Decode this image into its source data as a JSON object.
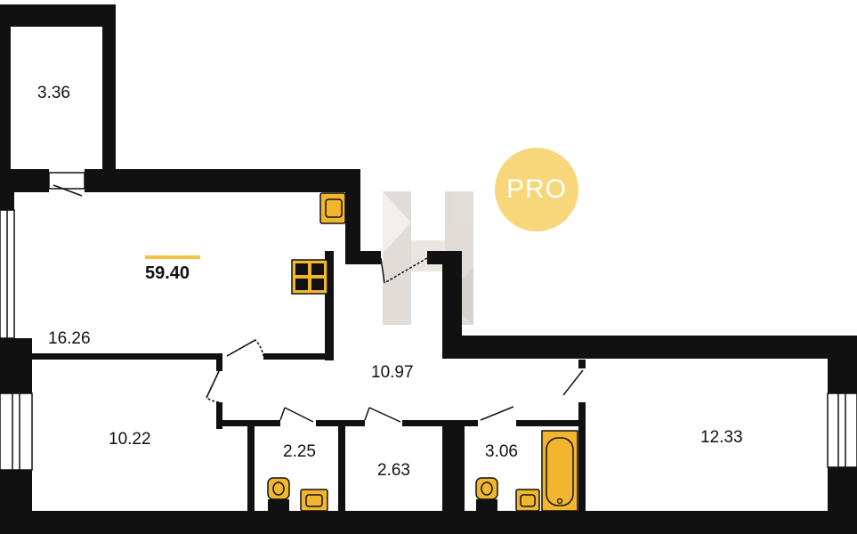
{
  "plan": {
    "total_area": "59.40",
    "rooms": [
      {
        "id": "balcony",
        "area": "3.36"
      },
      {
        "id": "kitchen",
        "area": "16.26"
      },
      {
        "id": "bedroom-left",
        "area": "10.22"
      },
      {
        "id": "hallway",
        "area": "10.97"
      },
      {
        "id": "wc",
        "area": "2.25"
      },
      {
        "id": "storage",
        "area": "2.63"
      },
      {
        "id": "bathroom",
        "area": "3.06"
      },
      {
        "id": "bedroom-right",
        "area": "12.33"
      }
    ]
  },
  "badge": {
    "label": "PRO"
  },
  "colors": {
    "wall": "#111111",
    "accent": "#f5c242",
    "badge": "#f7d77a",
    "fixture_fill": "#f1b52e",
    "watermark": "#c9c1b9"
  },
  "icons": [
    "sink-icon",
    "stove-icon",
    "toilet-icon",
    "bathtub-icon",
    "door-icon",
    "window-icon",
    "logo-watermark-icon"
  ]
}
